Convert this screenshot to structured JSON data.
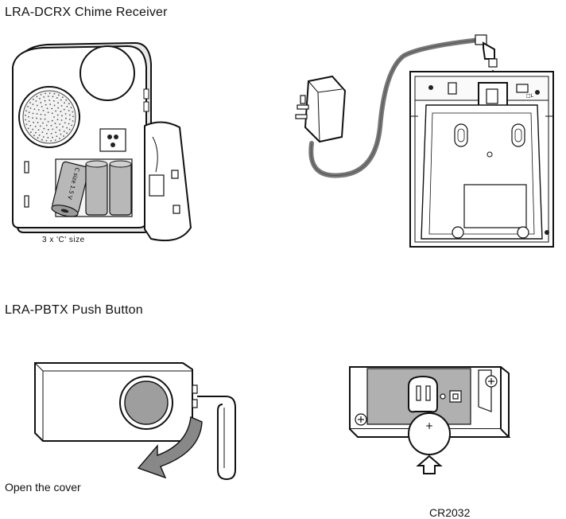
{
  "sections": {
    "chime_receiver": {
      "title": "LRA-DCRX Chime Receiver",
      "battery_caption": "3 x 'C' size",
      "battery_label": "C size 1.5 V"
    },
    "push_button": {
      "title": "LRA-PBTX Push Button",
      "open_cover_caption": "Open the cover",
      "coin_cell_caption": "CR2032",
      "cell_polarity": "+"
    }
  }
}
